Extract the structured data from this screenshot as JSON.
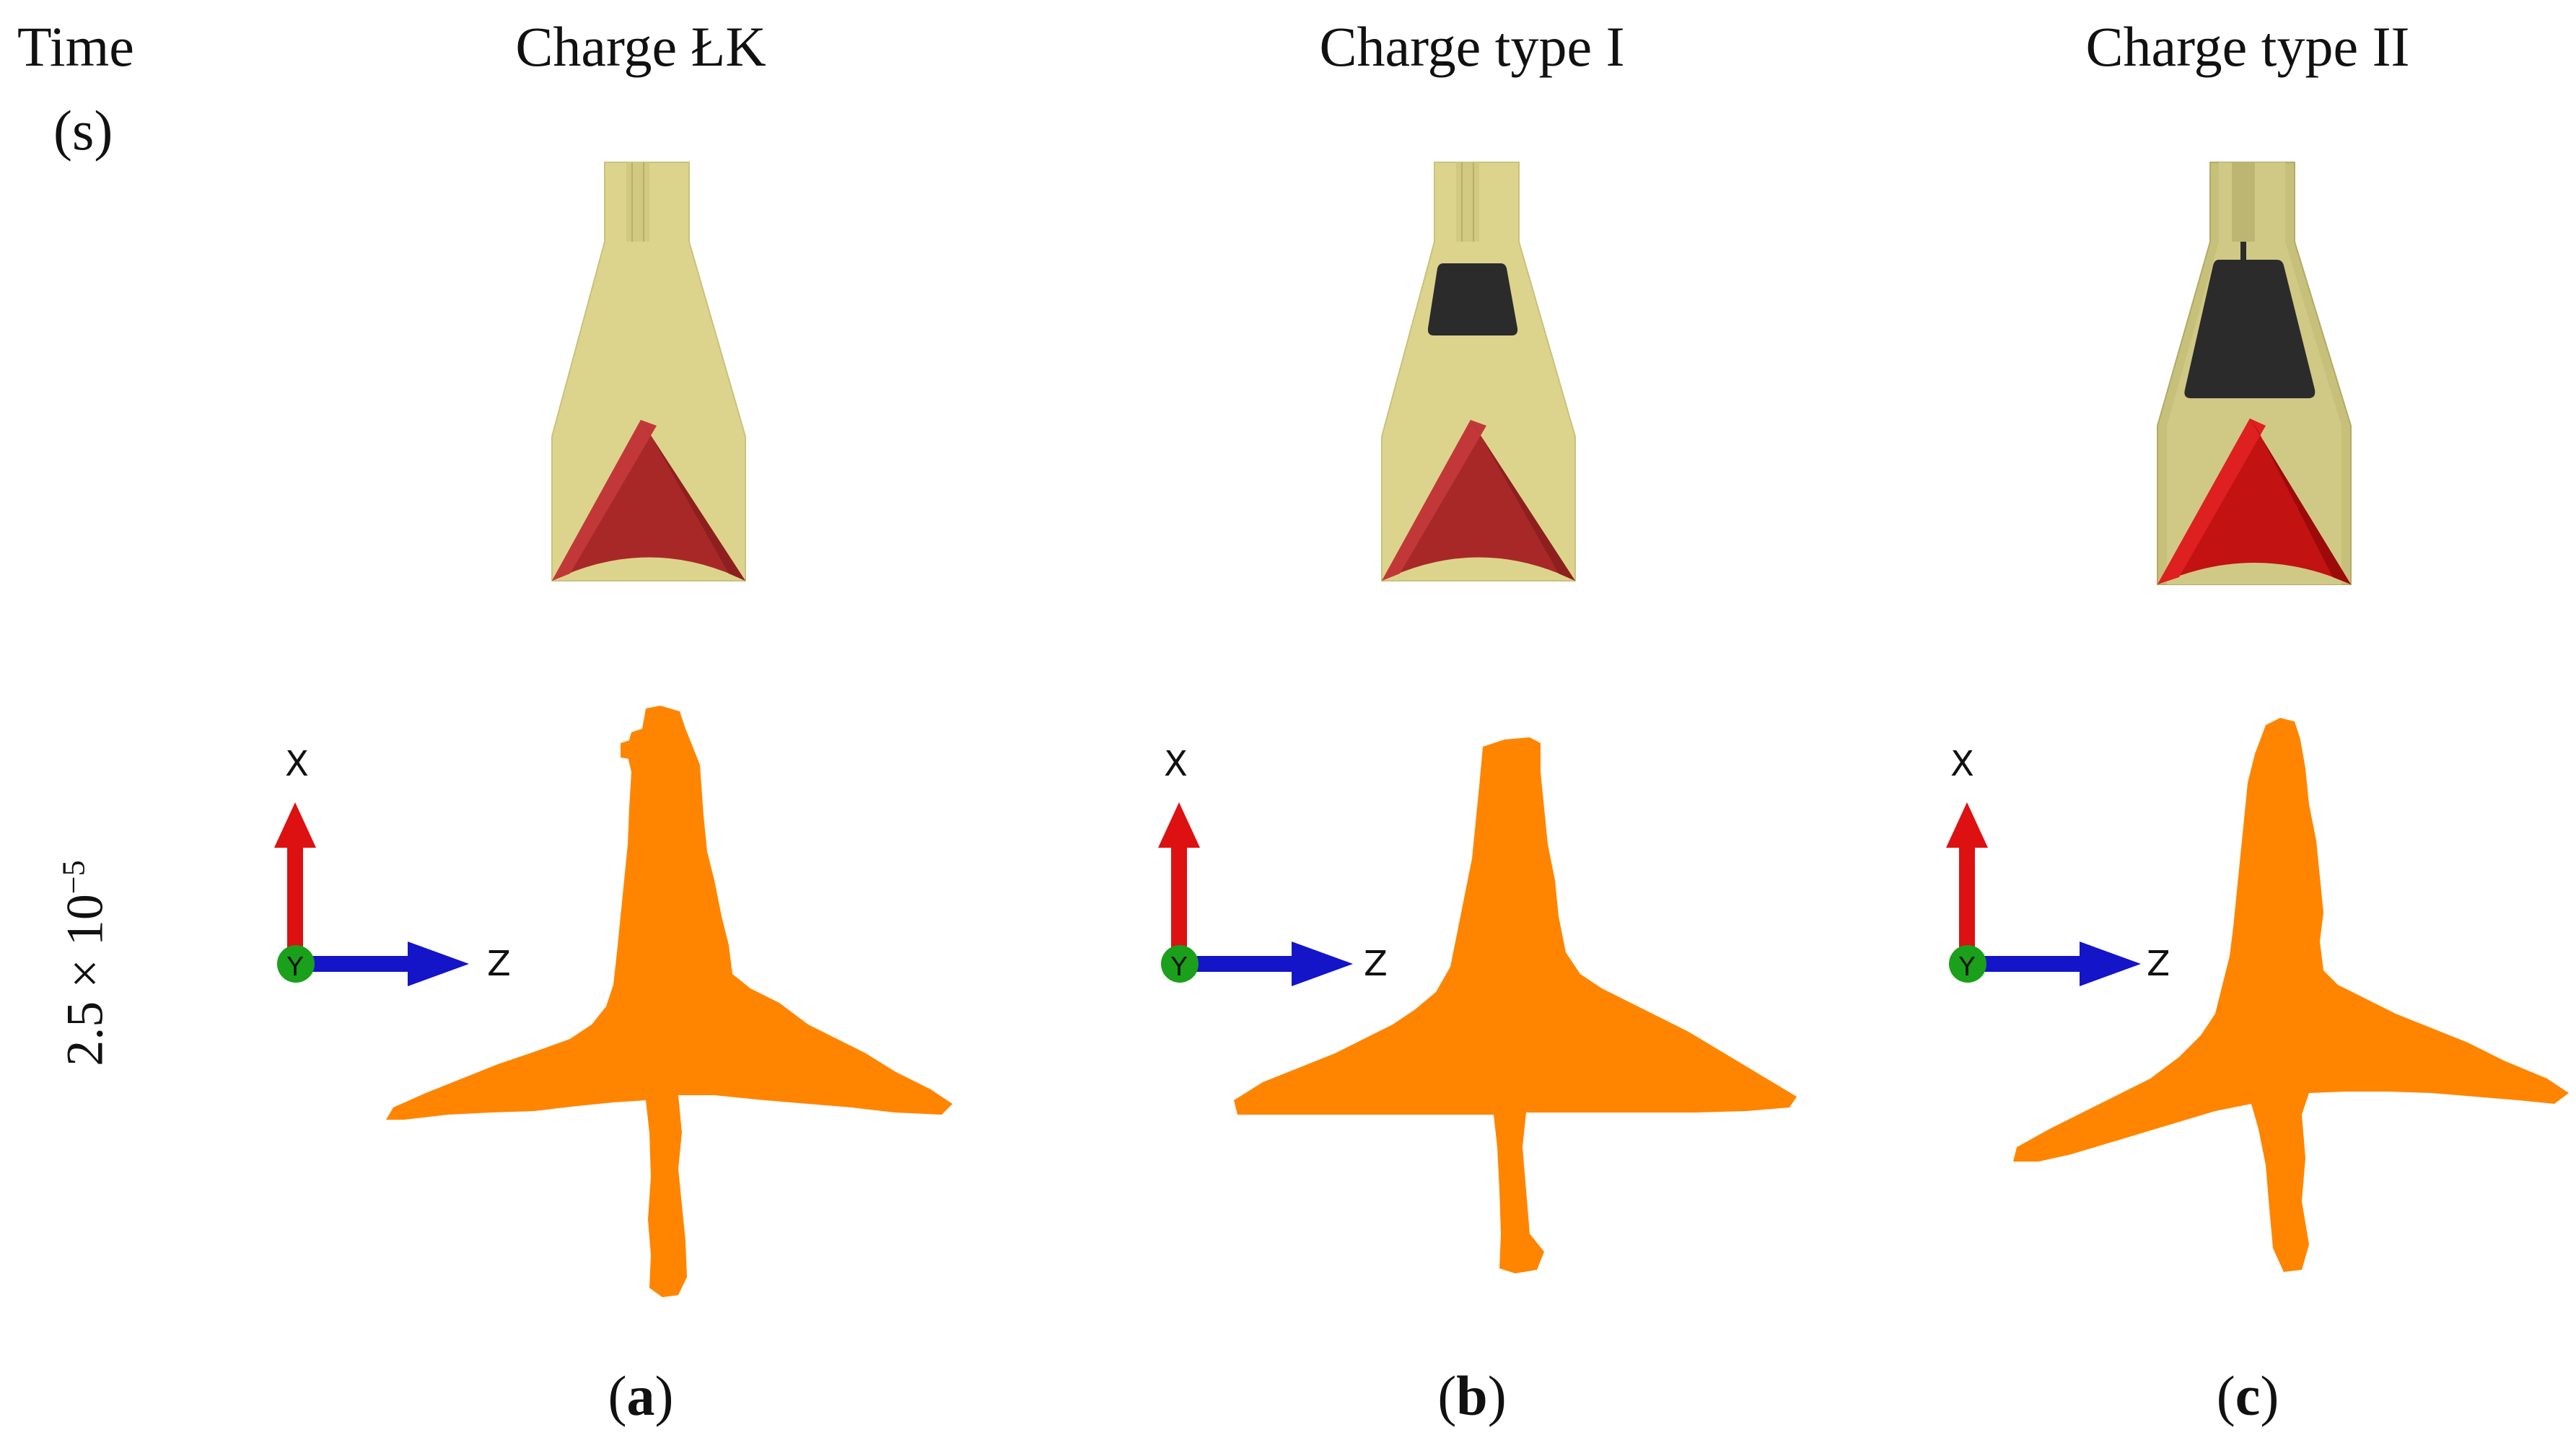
{
  "header": {
    "time_line1": "Time",
    "time_line2": "(s)"
  },
  "columns": [
    {
      "title": "Charge ŁK",
      "panel_letter": "a"
    },
    {
      "title": "Charge type I",
      "panel_letter": "b"
    },
    {
      "title": "Charge type II",
      "panel_letter": "c"
    }
  ],
  "row": {
    "time_base": "2.5 × 10",
    "time_exponent": "−5"
  },
  "axes": {
    "x": "X",
    "y": "Y",
    "z": "Z"
  },
  "colors": {
    "casing": "#dcd48c",
    "casing_dark": "#c6c07a",
    "liner": "#b02a2a",
    "insert": "#2b2b2b",
    "jet": "#ff8500",
    "axis_x": "#dd1111",
    "axis_y": "#1aa01a",
    "axis_z": "#1414c8"
  }
}
